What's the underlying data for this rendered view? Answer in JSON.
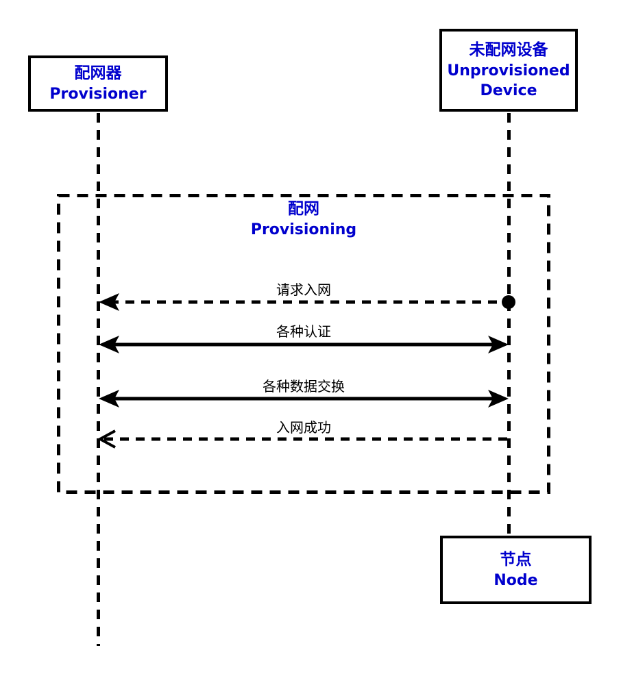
{
  "diagram": {
    "type": "sequence-diagram",
    "colors": {
      "background": "#ffffff",
      "line": "#000000",
      "accent_text": "#0000cd"
    },
    "actors": {
      "provisioner": {
        "zh": "配网器",
        "en": "Provisioner"
      },
      "unprovisioned_device": {
        "zh": "未配网设备",
        "en": "Unprovisioned Device"
      },
      "node": {
        "zh": "节点",
        "en": "Node"
      }
    },
    "frame": {
      "title_zh": "配网",
      "title_en": "Provisioning",
      "border_style": "dashed"
    },
    "messages": {
      "request_join": {
        "label": "请求入网",
        "line_style": "dashed",
        "from": "unprovisioned_device",
        "to": "provisioner",
        "source_marker": "filled-circle",
        "arrowhead": "filled-stealth-left"
      },
      "authentication": {
        "label": "各种认证",
        "line_style": "solid",
        "direction": "bidirectional",
        "arrowhead": "filled-stealth-both"
      },
      "data_exchange": {
        "label": "各种数据交换",
        "line_style": "solid",
        "direction": "bidirectional",
        "arrowhead": "filled-stealth-both"
      },
      "join_success": {
        "label": "入网成功",
        "line_style": "dashed",
        "from": "unprovisioned_device",
        "to": "provisioner",
        "arrowhead": "open-arrow-left"
      }
    }
  }
}
